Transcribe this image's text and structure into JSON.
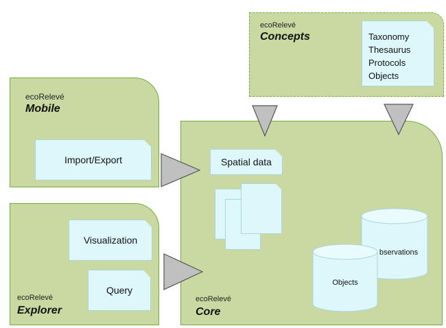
{
  "mobile": {
    "brand": "ecoRelevé",
    "title": "Mobile",
    "box": "Import/Export"
  },
  "explorer": {
    "brand": "ecoRelevé",
    "title": "Explorer",
    "boxes": [
      "Visualization",
      "Query"
    ]
  },
  "core": {
    "brand": "ecoRelevé",
    "title": "Core",
    "spatial": "Spatial data",
    "cylinders": [
      "bservations",
      "Objects"
    ]
  },
  "concepts": {
    "brand": "ecoRelevé",
    "title": "Concepts",
    "items": [
      "Taxonomy",
      "Thesaurus",
      "Protocols",
      "Objects"
    ]
  },
  "colors": {
    "panel_fill": "#c9d9a1",
    "panel_border": "#6fac3d",
    "doc_fill": "#ddf7fb",
    "arrow_fill": "#c0c0c0"
  }
}
